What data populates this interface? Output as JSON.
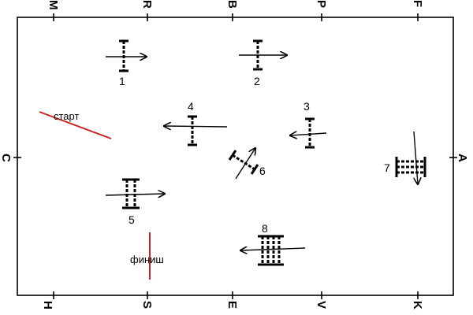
{
  "diagram": {
    "top_letters": [
      "M",
      "R",
      "B",
      "P",
      "F"
    ],
    "bottom_letters": [
      "H",
      "S",
      "E",
      "V",
      "K"
    ],
    "left_letter": "C",
    "right_letter": "A",
    "start_label": "старт",
    "finish_label": "финиш",
    "line_color": "#cc2222",
    "obstacles": [
      {
        "number": "1",
        "bars": 1,
        "direction": "right"
      },
      {
        "number": "2",
        "bars": 1,
        "direction": "right"
      },
      {
        "number": "3",
        "bars": 1,
        "direction": "left"
      },
      {
        "number": "4",
        "bars": 1,
        "direction": "left"
      },
      {
        "number": "5",
        "bars": 2,
        "direction": "right"
      },
      {
        "number": "6",
        "bars": 1,
        "direction": "up-right"
      },
      {
        "number": "7",
        "bars": 3,
        "direction": "down"
      },
      {
        "number": "8",
        "bars": 4,
        "direction": "left"
      }
    ]
  }
}
